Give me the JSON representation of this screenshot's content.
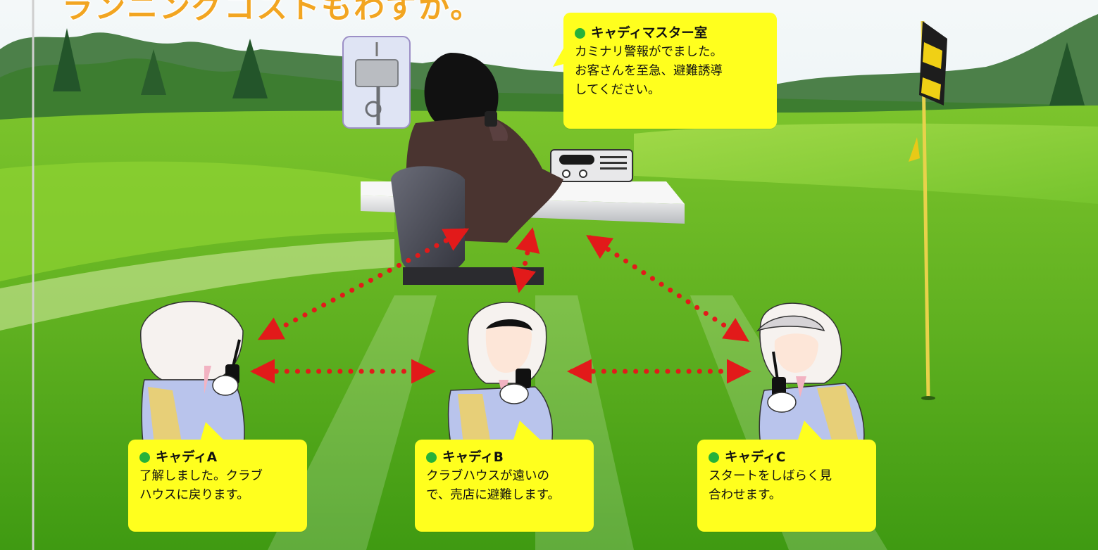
{
  "headline": "ランニングコストもわずか。",
  "colors": {
    "bubble": "#ffff1e",
    "bullet": "#25b23a",
    "arrow": "#e21a1a",
    "headline": "#f2a521",
    "grass_light": "#8fd332",
    "grass_dark": "#3f9a12",
    "sky": "#e6f2f6"
  },
  "icons": {
    "bullet": "green-dot-icon",
    "arrow": "red-double-arrow-icon",
    "antenna": "antenna-unit-icon",
    "radio": "base-station-radio-icon",
    "walkie": "walkie-talkie-icon",
    "flag": "golf-flag-icon"
  },
  "bubbles": {
    "master": {
      "speaker": "キャディマスター室",
      "lines": [
        "カミナリ警報がでました。",
        "お客さんを至急、避難誘導",
        "してください。"
      ]
    },
    "a": {
      "speaker": "キャディA",
      "lines": [
        "了解しました。クラブ",
        "ハウスに戻ります。"
      ]
    },
    "b": {
      "speaker": "キャディB",
      "lines": [
        "クラブハウスが遠いの",
        "で、売店に避難します。"
      ]
    },
    "c": {
      "speaker": "キャディC",
      "lines": [
        "スタートをしばらく見",
        "合わせます。"
      ]
    }
  }
}
